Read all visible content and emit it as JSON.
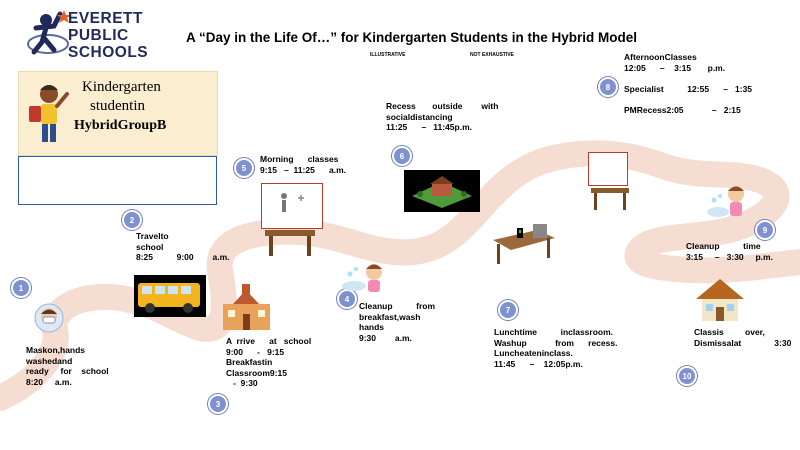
{
  "logo": {
    "line1": "EVERETT",
    "line2": "PUBLIC",
    "line3": "SCHOOLS"
  },
  "title": "A “Day in the Life Of…” for Kindergarten Students in the Hybrid Model",
  "subtitle_left": "ILLUSTRATIVE",
  "subtitle_right": "NOT EXHAUSTIVE",
  "card": {
    "line1": "Kindergarten",
    "line2": "studentin",
    "line3": "HybridGroupB"
  },
  "colors": {
    "path": "#f5ddd2",
    "badge": "#7f92cf",
    "card_bg": "#fbeed0",
    "box_border": "#2e5aa8"
  },
  "steps": [
    {
      "num": "1",
      "text": "Maskon,hands\nwashedand\nready     for    school\n8:20     a.m."
    },
    {
      "num": "2",
      "text": "Travelto\nschool\n8:25          9:00        a.m."
    },
    {
      "num": "3",
      "text": "A  rrive      at   school\n9:00      -   9:15\nBreakfastin\nClassroom9:15\n   -  9:30"
    },
    {
      "num": "4",
      "text": "Cleanup          from\nbreakfast,wash\nhands\n9:30        a.m."
    },
    {
      "num": "5",
      "text": "Morning      classes\n9:15   –  11:25      a.m."
    },
    {
      "num": "6",
      "text": "Recess       outside        with\nsocialdistancing\n11:25      –   11:45p.m."
    },
    {
      "num": "7",
      "text": "Lunchtime          inclassroom.\nWashup            from      recess.\nLuncheatenincIass.\n11:45      –    12:05p.m."
    },
    {
      "num": "8",
      "text": "AfternoonClasses\n12:05      –    3:15       p.m.\n\nSpecialist          12:55      –   1:35\n\nPMRecess2:05            –   2:15"
    },
    {
      "num": "9",
      "text": "Cleanup          time\n3:15     –   3:30     p.m."
    },
    {
      "num": "10",
      "text": "Classis         over,\nDismissalat              3:30"
    }
  ]
}
